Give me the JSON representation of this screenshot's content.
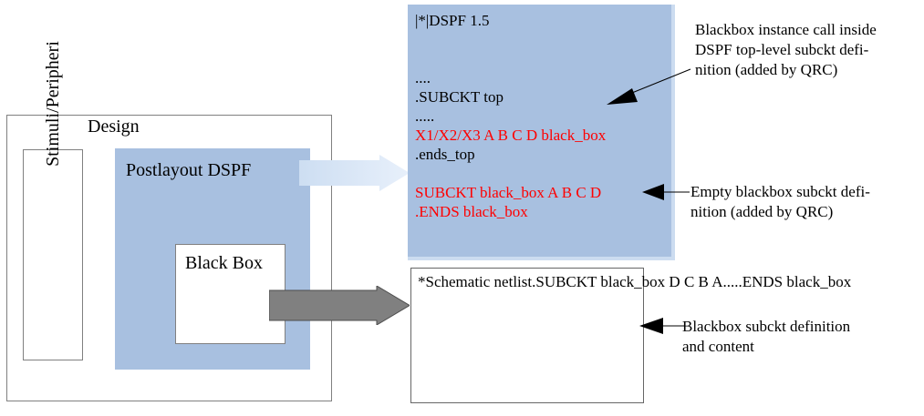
{
  "diagram": {
    "title": "Blackbox flow: DSPF postlayout netlist and schematic netlist",
    "colors": {
      "dspf_blue": "#a8c0e0",
      "dspf_blue_shadow": "#ccdcf0",
      "arrow_dark": "#808080",
      "arrow_light": "#dce8f6",
      "code_red": "#ff0000",
      "code_black": "#000000",
      "box_border": "#808080"
    }
  },
  "design": {
    "label": "Design",
    "stimuli_label": "Stimuli/Peripheri",
    "dspf_label": "Postlayout DSPF",
    "blackbox_label": "Black Box"
  },
  "dspf_code": {
    "header": "|*|DSPF 1.5",
    "lines": [
      {
        "text": "|*|DSPF 1.5",
        "color": "black"
      },
      {
        "text": "",
        "color": "black"
      },
      {
        "text": "",
        "color": "black"
      },
      {
        "text": "....",
        "color": "black"
      },
      {
        "text": ".SUBCKT top",
        "color": "black"
      },
      {
        "text": ".....",
        "color": "black"
      },
      {
        "text": "X1/X2/X3 A B C D black_box",
        "color": "red"
      },
      {
        "text": ".ends_top",
        "color": "black"
      },
      {
        "text": "",
        "color": "black"
      },
      {
        "text": "SUBCKT black_box A B C D",
        "color": "red"
      },
      {
        "text": ".ENDS black_box",
        "color": "red"
      }
    ]
  },
  "netlist_code": {
    "lines": [
      {
        "text": "*Schematic netlist",
        "color": "black"
      },
      {
        "text": ".SUBCKT black_box D C B A",
        "color": "black"
      },
      {
        "text": "....",
        "color": "black"
      },
      {
        "text": ".ENDS black_box",
        "color": "black"
      }
    ]
  },
  "callouts": {
    "instance_call": "Blackbox instance call inside\nDSPF top-level subckt defi-\nnition (added by QRC)",
    "empty_subckt": "Empty blackbox subckt defi-\nnition (added by QRC)",
    "subckt_content": "Blackbox subckt definition\nand content"
  }
}
